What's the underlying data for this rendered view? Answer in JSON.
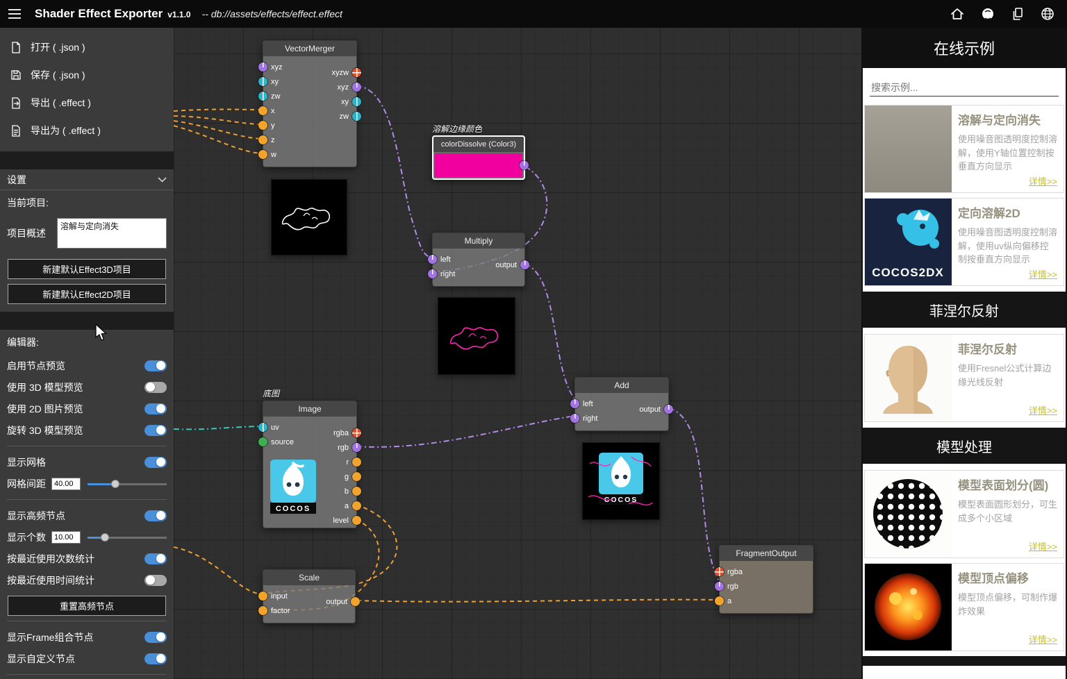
{
  "topbar": {
    "title": "Shader Effect Exporter",
    "version": "v1.1.0",
    "path": "--  db://assets/effects/effect.effect"
  },
  "file_menu": {
    "open": "打开 ( .json )",
    "save": "保存 ( .json )",
    "export": "导出 ( .effect )",
    "export_as": "导出为 ( .effect )"
  },
  "settings": {
    "header": "设置",
    "current_project": "当前项目:",
    "desc_label": "项目概述",
    "desc_value": "溶解与定向消失",
    "btn_new_3d": "新建默认Effect3D项目",
    "btn_new_2d": "新建默认Effect2D项目"
  },
  "editor": {
    "header": "编辑器:",
    "enable_node_preview": {
      "label": "启用节点预览",
      "on": true
    },
    "use_3d_preview": {
      "label": "使用 3D 模型预览",
      "on": false
    },
    "use_2d_preview": {
      "label": "使用 2D 图片预览",
      "on": true
    },
    "rotate_3d_preview": {
      "label": "旋转 3D 模型预览",
      "on": true
    },
    "show_grid": {
      "label": "显示网格",
      "on": true
    },
    "grid_spacing": {
      "label": "网格间距",
      "value": "40.00"
    },
    "show_hot_nodes": {
      "label": "显示高频节点",
      "on": true
    },
    "show_count": {
      "label": "显示个数",
      "value": "10.00"
    },
    "stat_by_count": {
      "label": "按最近使用次数统计",
      "on": true
    },
    "stat_by_time": {
      "label": "按最近使用时间统计",
      "on": false
    },
    "btn_reset_hot": "重置高频节点",
    "show_frame_nodes": {
      "label": "显示Frame组合节点",
      "on": true
    },
    "show_custom_nodes": {
      "label": "显示自定义节点",
      "on": true
    }
  },
  "graph": {
    "cocos_label": "COCOS",
    "vector_merger": {
      "title": "VectorMerger",
      "inputs": [
        "xyz",
        "xy",
        "zw",
        "x",
        "y",
        "z",
        "w"
      ],
      "outputs": [
        "xyzw",
        "xyz",
        "xy",
        "zw"
      ]
    },
    "color_dissolve": {
      "annotation": "溶解边缘颜色",
      "title": "colorDissolve (Color3)",
      "color": "#f1009f"
    },
    "multiply": {
      "title": "Multiply",
      "inputs": [
        "left",
        "right"
      ],
      "outputs": [
        "output"
      ]
    },
    "image": {
      "annotation": "底图",
      "title": "Image",
      "inputs": [
        "uv",
        "source"
      ],
      "outputs": [
        "rgba",
        "rgb",
        "r",
        "g",
        "b",
        "a",
        "level"
      ]
    },
    "add": {
      "title": "Add",
      "inputs": [
        "left",
        "right"
      ],
      "outputs": [
        "output"
      ]
    },
    "scale": {
      "title": "Scale",
      "inputs": [
        "input",
        "factor"
      ],
      "outputs": [
        "output"
      ]
    },
    "fragment_output": {
      "title": "FragmentOutput",
      "inputs": [
        "rgba",
        "rgb",
        "a"
      ]
    }
  },
  "examples": {
    "title": "在线示例",
    "search_placeholder": "搜索示例...",
    "sections": {
      "fresnel": "菲涅尔反射",
      "model": "模型处理"
    },
    "cards": [
      {
        "title": "溶解与定向消失",
        "desc": "使用噪音图透明度控制溶解，使用Y轴位置控制按垂直方向显示",
        "link": "详情>>"
      },
      {
        "title": "定向溶解2D",
        "desc": "使用噪音图透明度控制溶解，使用uv纵向偏移控制按垂直方向显示",
        "link": "详情>>",
        "thumb_text": "COCOS2DX"
      },
      {
        "title": "菲涅尔反射",
        "desc": "使用Fresnel公式计算边缘光线反射",
        "link": "详情>>"
      },
      {
        "title": "模型表面划分(圆)",
        "desc": "模型表面圆形划分，可生成多个小区域",
        "link": "详情>>"
      },
      {
        "title": "模型顶点偏移",
        "desc": "模型顶点偏移，可制作爆炸效果",
        "link": "详情>>"
      }
    ]
  },
  "colors": {
    "accent_toggle": "#4a8fd9",
    "wire_purple": "#b48ae8",
    "wire_orange": "#f0a030",
    "wire_teal": "#38c8b8",
    "dissolve_pink": "#f1009f"
  }
}
